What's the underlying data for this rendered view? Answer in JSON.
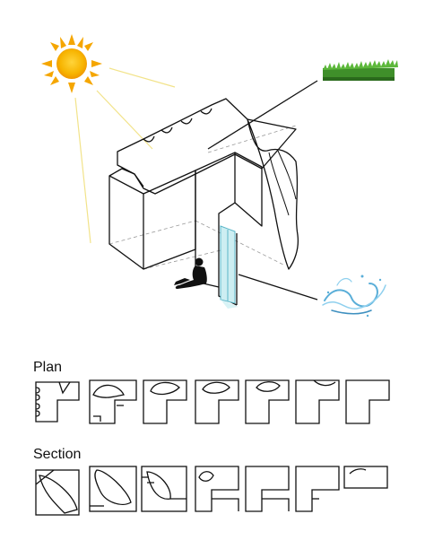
{
  "labels": {
    "plan": "Plan",
    "section": "Section"
  },
  "icons": [
    "sun-icon",
    "grass-icon",
    "water-splash-icon",
    "seated-person-silhouette"
  ],
  "colors": {
    "sun_core": "#f5a300",
    "sun_rays": "#f2e38a",
    "grass": "#3f8f2a",
    "water": "#5aaed8",
    "glass": "#cdeef2",
    "ink": "#111111"
  },
  "plan_sequence_count": 7,
  "section_sequence_count": 7
}
